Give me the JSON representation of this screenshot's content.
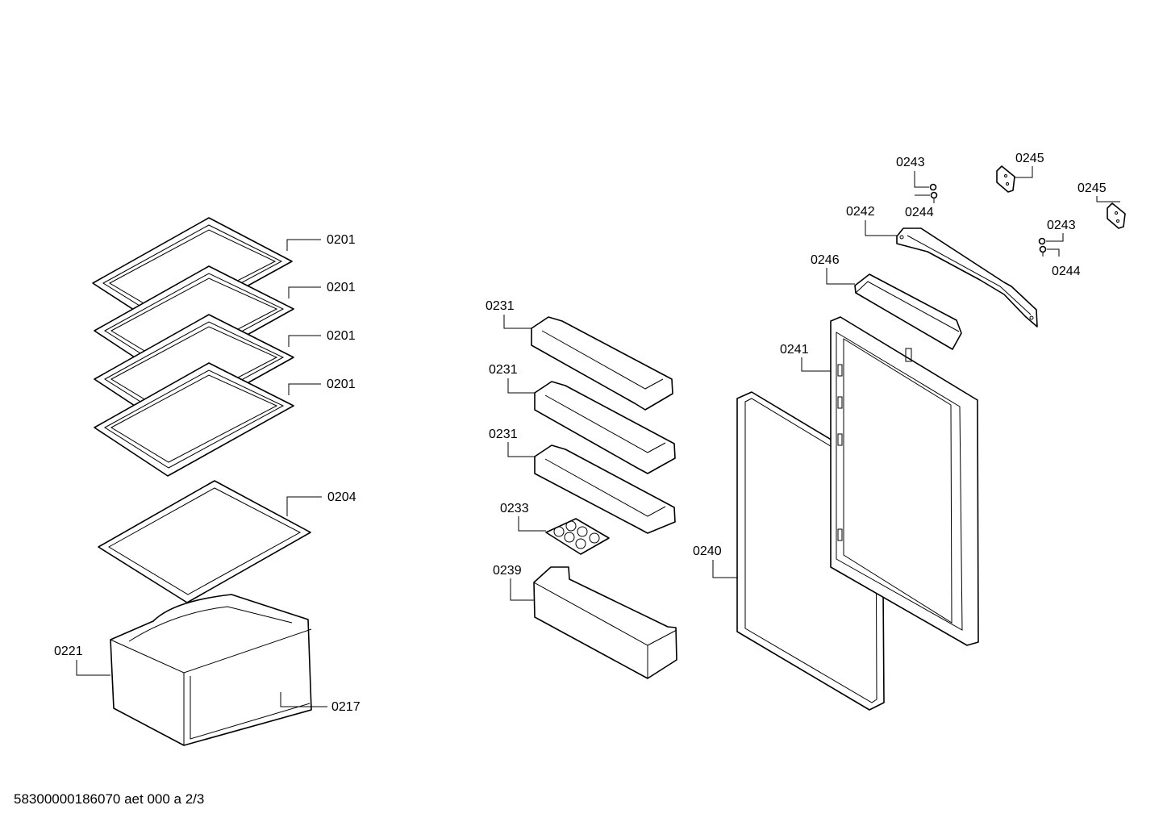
{
  "diagram": {
    "parts": [
      {
        "id": "shelf-1",
        "label": "0201"
      },
      {
        "id": "shelf-2",
        "label": "0201"
      },
      {
        "id": "shelf-3",
        "label": "0201"
      },
      {
        "id": "shelf-4",
        "label": "0201"
      },
      {
        "id": "shelf-cover",
        "label": "0204"
      },
      {
        "id": "drawer-cover",
        "label": "0217"
      },
      {
        "id": "drawer",
        "label": "0221"
      },
      {
        "id": "door-shelf-1",
        "label": "0231"
      },
      {
        "id": "door-shelf-2",
        "label": "0231"
      },
      {
        "id": "door-shelf-3",
        "label": "0231"
      },
      {
        "id": "egg-tray",
        "label": "0233"
      },
      {
        "id": "bottle-shelf",
        "label": "0239"
      },
      {
        "id": "door-gasket",
        "label": "0240"
      },
      {
        "id": "door",
        "label": "0241"
      },
      {
        "id": "door-rail",
        "label": "0242"
      },
      {
        "id": "screw-1",
        "label": "0243"
      },
      {
        "id": "screw-2",
        "label": "0243"
      },
      {
        "id": "nut-1",
        "label": "0244"
      },
      {
        "id": "nut-2",
        "label": "0244"
      },
      {
        "id": "hinge-plate-1",
        "label": "0245"
      },
      {
        "id": "hinge-plate-2",
        "label": "0245"
      },
      {
        "id": "door-cap",
        "label": "0246"
      }
    ]
  },
  "footer": {
    "text": "58300000186070 aet 000 a 2/3"
  }
}
